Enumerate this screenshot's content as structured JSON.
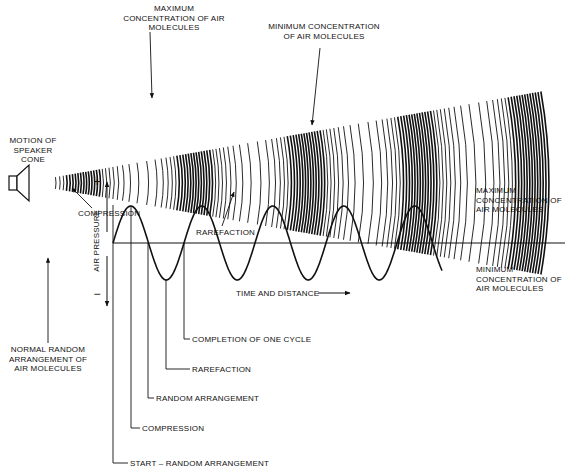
{
  "diagram": {
    "labels": [
      "MOTION OF SPEAKER CONE",
      "MAXIMUM CONCENTRATION OF AIR MOLECULES",
      "MINIMUM CONCENTRATION OF AIR MOLECULES",
      "COMPRESSION",
      "RAREFACTION",
      "MAXIMUM CONCENTRATION OF AIR MOLECULES",
      "AIR PRESSURE",
      "+",
      "−",
      "MINIMUM CONCENTRATION OF AIR MOLECULES",
      "TIME AND DISTANCE",
      "COMPLETION OF ONE CYCLE",
      "RAREFACTION",
      "RANDOM ARRANGEMENT",
      "COMPRESSION",
      "START – RANDOM ARRANGEMENT",
      "NORMAL RANDOM ARRANGEMENT OF AIR MOLECULES"
    ]
  }
}
